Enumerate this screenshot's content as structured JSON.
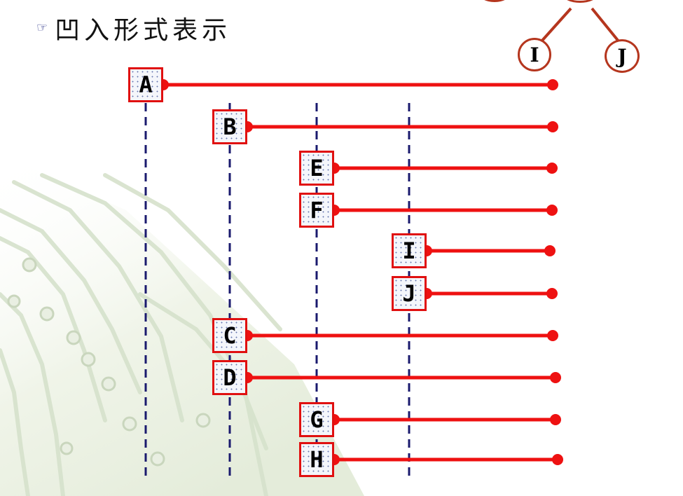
{
  "title": {
    "bullet_icon": "pointing-hand-icon",
    "text": "凹入形式表示"
  },
  "corner_tree": {
    "nodes": [
      {
        "label": ""
      },
      {
        "label": ""
      },
      {
        "label": "I"
      },
      {
        "label": "J"
      }
    ],
    "edge_color": "#b5361e"
  },
  "indentation_diagram": {
    "nodes": [
      {
        "label": "A",
        "level": 0
      },
      {
        "label": "B",
        "level": 1
      },
      {
        "label": "E",
        "level": 2
      },
      {
        "label": "F",
        "level": 2
      },
      {
        "label": "I",
        "level": 3
      },
      {
        "label": "J",
        "level": 3
      },
      {
        "label": "C",
        "level": 1
      },
      {
        "label": "D",
        "level": 1
      },
      {
        "label": "G",
        "level": 2
      },
      {
        "label": "H",
        "level": 2
      }
    ],
    "bar_color": "#ee1111",
    "guide_color": "#1a1a6e"
  }
}
